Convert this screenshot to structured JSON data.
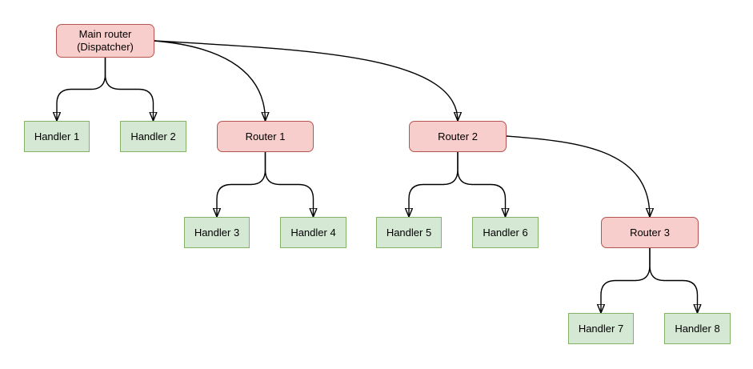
{
  "diagram": {
    "type": "flow-tree",
    "background": "#ffffff",
    "colors": {
      "router_fill": "#f8cecc",
      "router_border": "#b85450",
      "handler_fill": "#d5e8d4",
      "handler_border": "#82b366",
      "edge": "#000000",
      "text": "#000000"
    },
    "nodes": {
      "main": {
        "line1": "Main router",
        "line2": "(Dispatcher)",
        "kind": "router"
      },
      "router1": {
        "label": "Router 1",
        "kind": "router"
      },
      "router2": {
        "label": "Router 2",
        "kind": "router"
      },
      "router3": {
        "label": "Router 3",
        "kind": "router"
      },
      "handler1": {
        "label": "Handler 1",
        "kind": "handler"
      },
      "handler2": {
        "label": "Handler 2",
        "kind": "handler"
      },
      "handler3": {
        "label": "Handler 3",
        "kind": "handler"
      },
      "handler4": {
        "label": "Handler 4",
        "kind": "handler"
      },
      "handler5": {
        "label": "Handler 5",
        "kind": "handler"
      },
      "handler6": {
        "label": "Handler 6",
        "kind": "handler"
      },
      "handler7": {
        "label": "Handler 7",
        "kind": "handler"
      },
      "handler8": {
        "label": "Handler 8",
        "kind": "handler"
      }
    },
    "edges": [
      {
        "from": "main",
        "to": "handler1"
      },
      {
        "from": "main",
        "to": "handler2"
      },
      {
        "from": "main",
        "to": "router1"
      },
      {
        "from": "main",
        "to": "router2"
      },
      {
        "from": "router1",
        "to": "handler3"
      },
      {
        "from": "router1",
        "to": "handler4"
      },
      {
        "from": "router2",
        "to": "handler5"
      },
      {
        "from": "router2",
        "to": "handler6"
      },
      {
        "from": "router2",
        "to": "router3"
      },
      {
        "from": "router3",
        "to": "handler7"
      },
      {
        "from": "router3",
        "to": "handler8"
      }
    ]
  }
}
